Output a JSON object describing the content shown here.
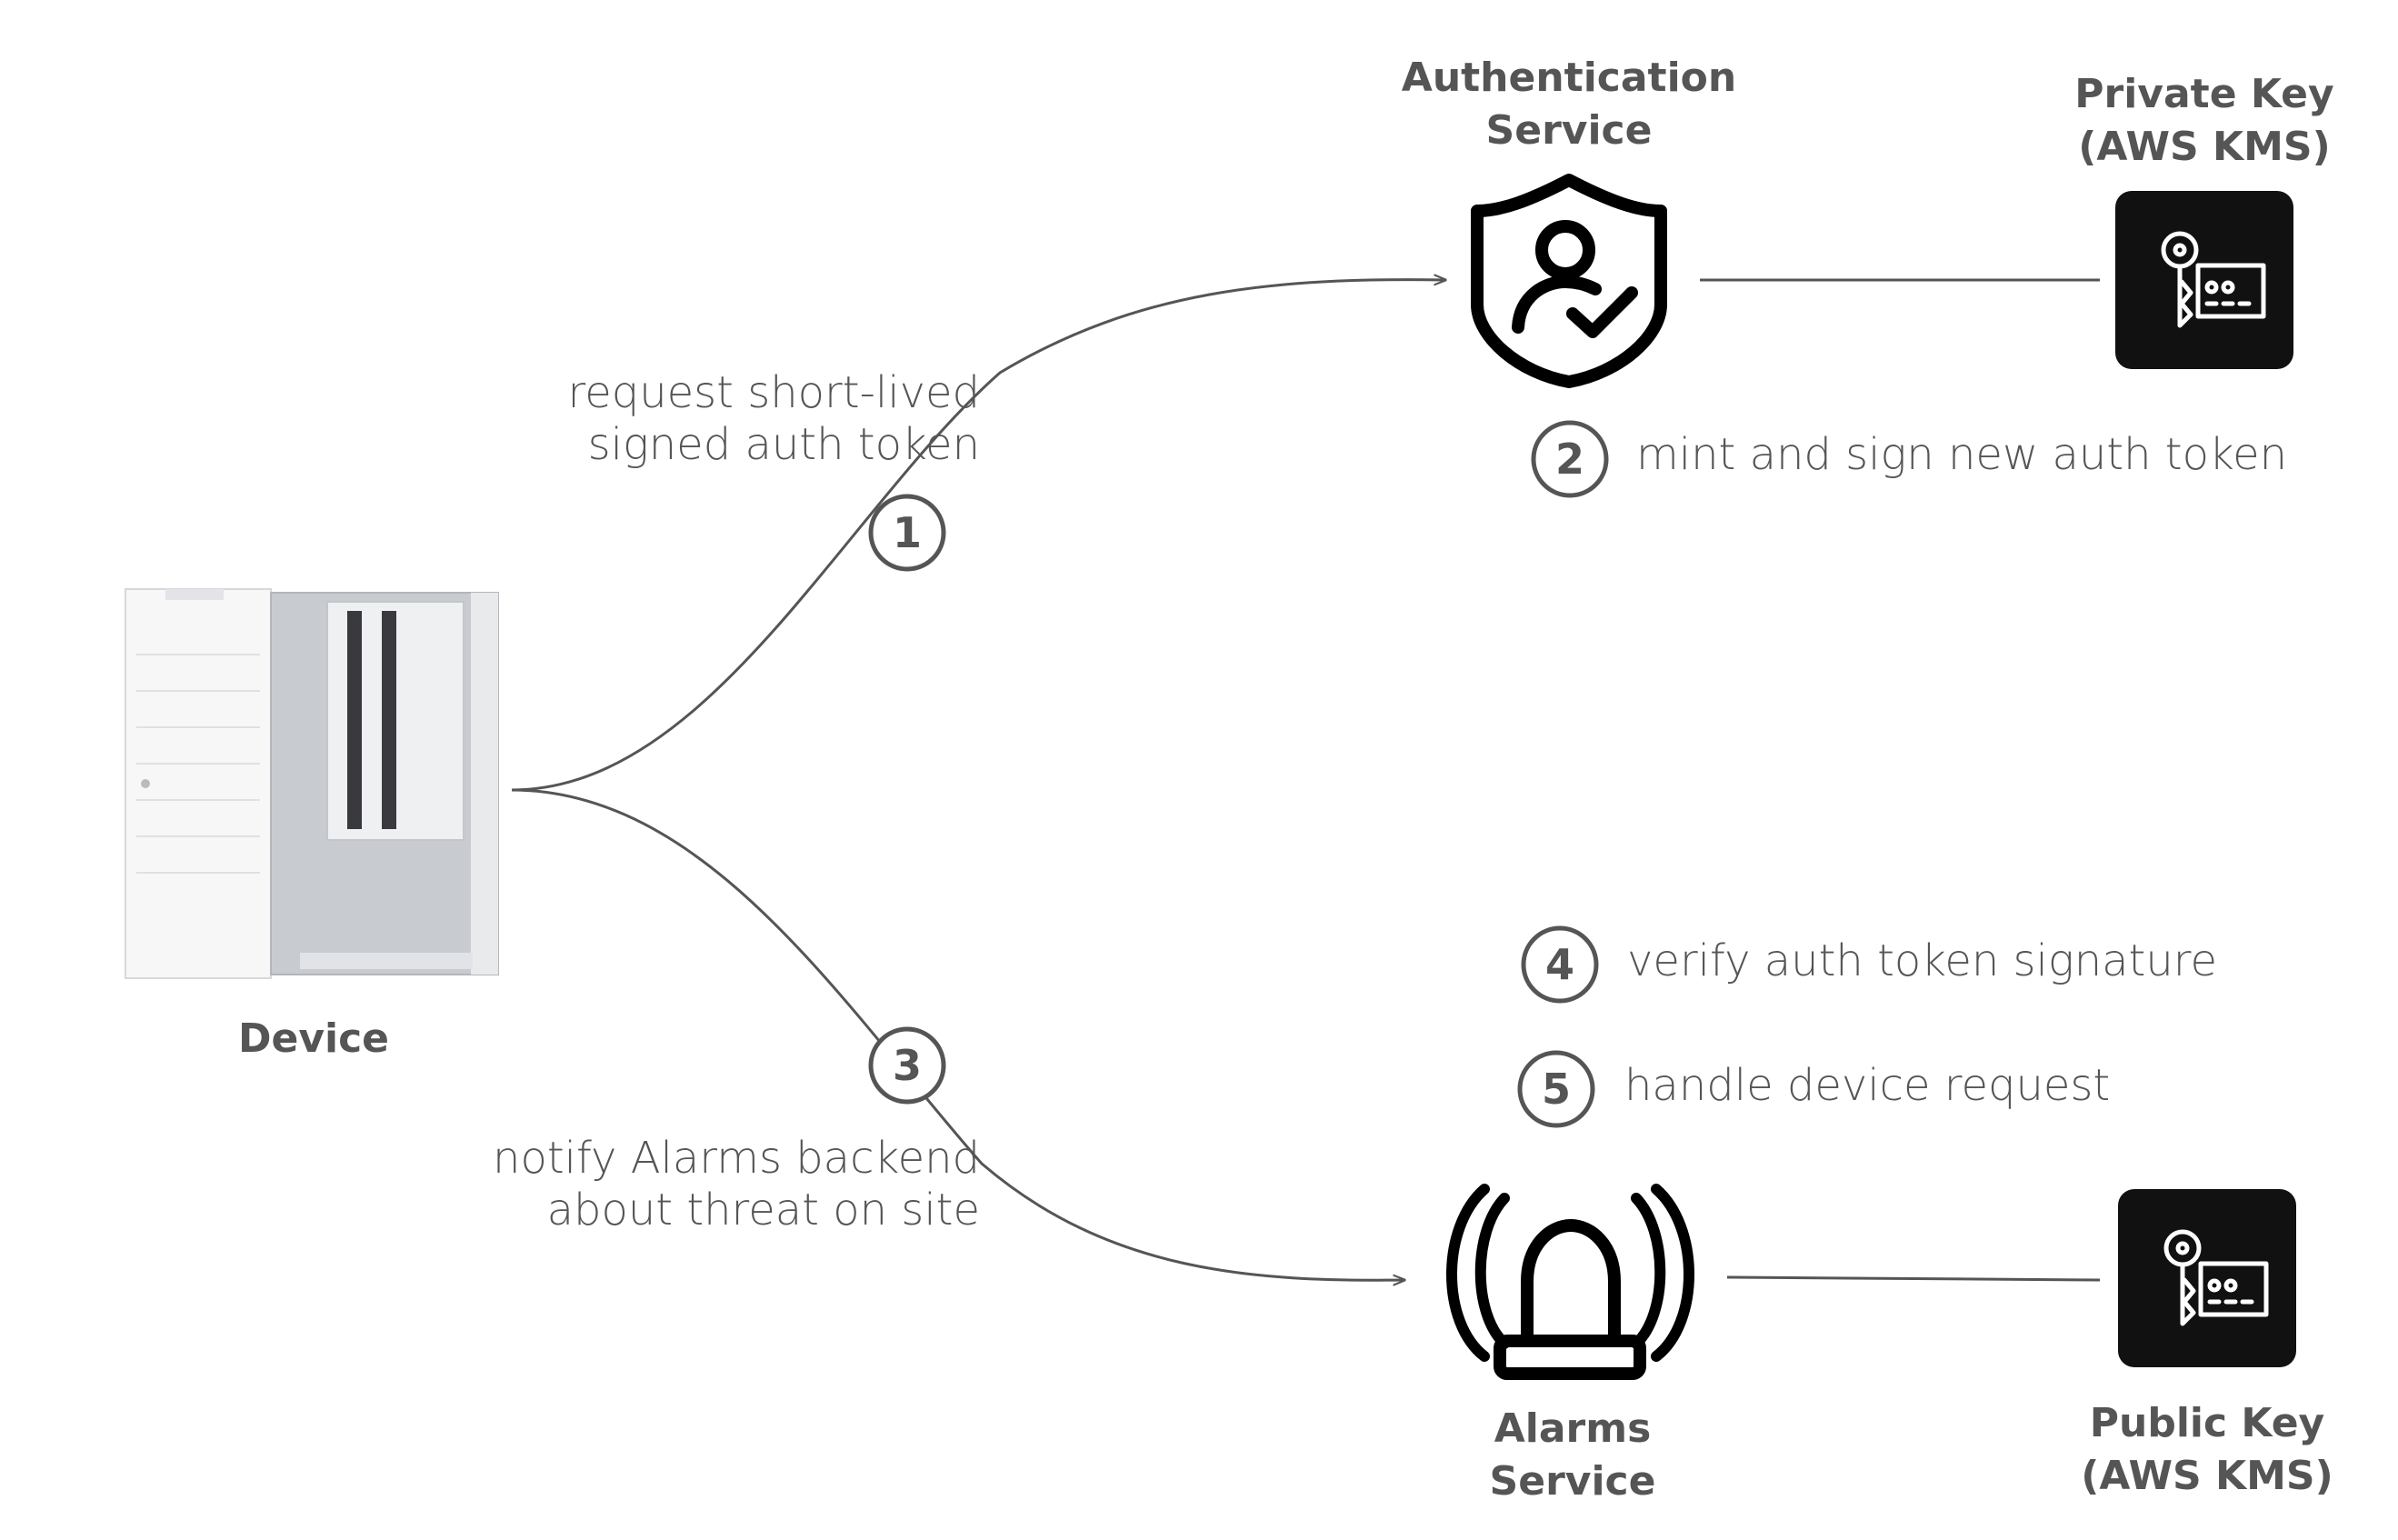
{
  "nodes": {
    "device": {
      "title": "Device"
    },
    "auth": {
      "title_line1": "Authentication",
      "title_line2": "Service"
    },
    "alarms": {
      "title_line1": "Alarms",
      "title_line2": "Service"
    },
    "private_key": {
      "title_line1": "Private Key",
      "title_line2": "(AWS KMS)"
    },
    "public_key": {
      "title_line1": "Public Key",
      "title_line2": "(AWS KMS)"
    }
  },
  "steps": [
    {
      "num": "1",
      "line1": "request short-lived",
      "line2": "signed auth token"
    },
    {
      "num": "2",
      "line1": "mint and sign new auth token"
    },
    {
      "num": "3",
      "line1": "notify Alarms backend",
      "line2": "about threat on site"
    },
    {
      "num": "4",
      "line1": "verify auth token signature"
    },
    {
      "num": "5",
      "line1": "handle device request"
    }
  ],
  "icons": {
    "device": "electrical-panel-image",
    "auth": "shield-user-check-icon",
    "alarms": "siren-alarm-icon",
    "key": "key-card-icon"
  },
  "colors": {
    "text": "#555555",
    "line": "#555555",
    "key_bg": "#111111"
  }
}
